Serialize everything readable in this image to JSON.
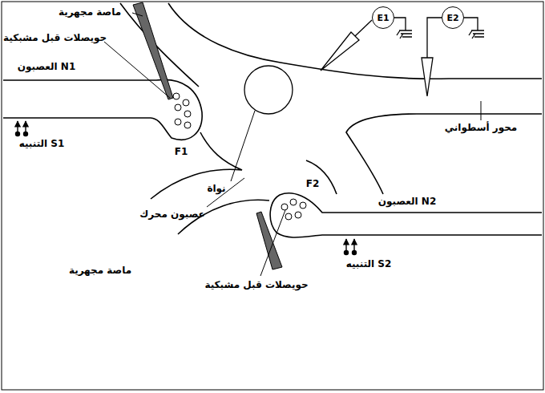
{
  "diagram": {
    "nodes": [
      {
        "text": [
          "E1"
        ]
      },
      {
        "text": [
          "E2"
        ]
      }
    ],
    "labels": [
      "ماصة مجهرية",
      "حويصلات قبل مشبكية",
      "العصبون N1",
      "التنبيه S1",
      "F1",
      "محور أسطواني",
      "نواة",
      "عصبون محرك",
      "F2",
      "العصبون N2",
      "التنبيه S2",
      "ماصة مجهرية",
      "حويصلات قبل مشبكية"
    ]
  }
}
